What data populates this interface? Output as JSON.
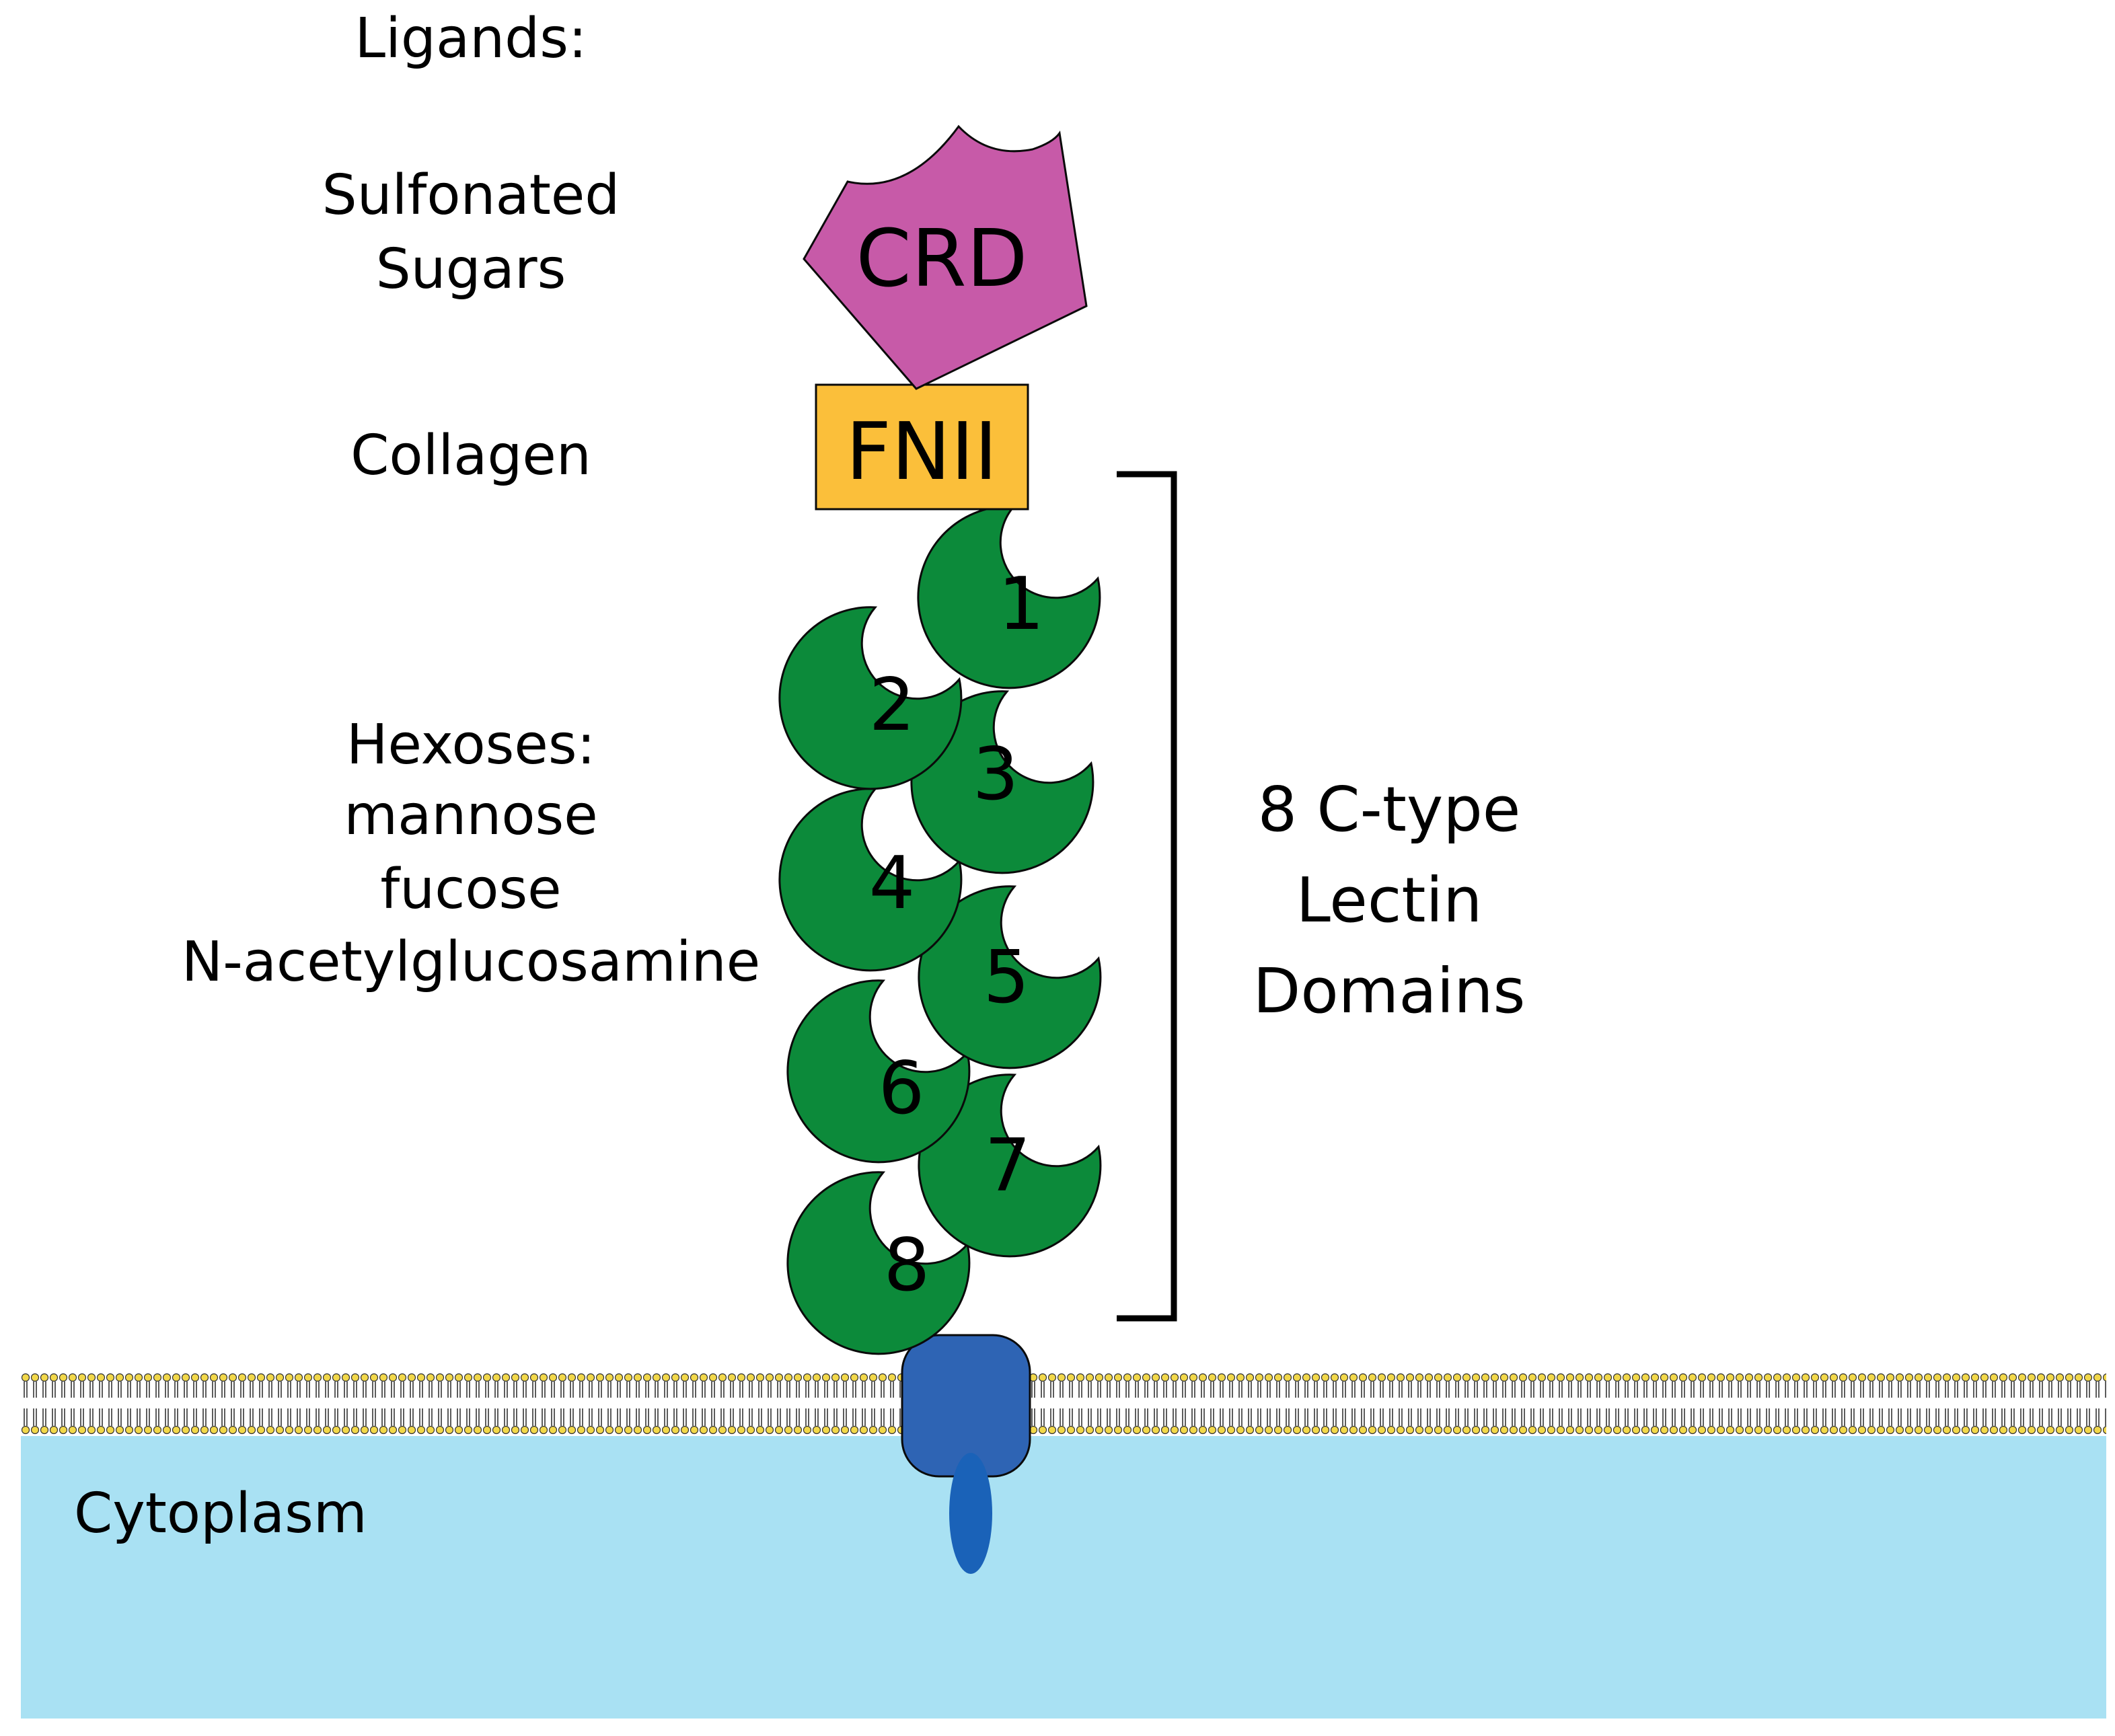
{
  "ligands_title": "Ligands:",
  "ligands": {
    "sulfonated": [
      "Sulfonated",
      "Sugars"
    ],
    "collagen": "Collagen",
    "hexoses": [
      "Hexoses:",
      "mannose",
      "fucose",
      "N-acetylglucosamine"
    ]
  },
  "domains": {
    "crd": "CRD",
    "fnii": "FNII",
    "lectin_numbers": [
      "1",
      "2",
      "3",
      "4",
      "5",
      "6",
      "7",
      "8"
    ],
    "bracket_label": [
      "8 C-type",
      "Lectin",
      "Domains"
    ]
  },
  "regions": {
    "cytoplasm": "Cytoplasm"
  },
  "colors": {
    "crd": "#c75aa8",
    "fnii": "#fbbf3a",
    "lectin": "#0c8a3a",
    "membrane_protein": "#2e64b4",
    "cytoplasm": "#a9e1f3",
    "lipid_head": "#f2d84a"
  }
}
